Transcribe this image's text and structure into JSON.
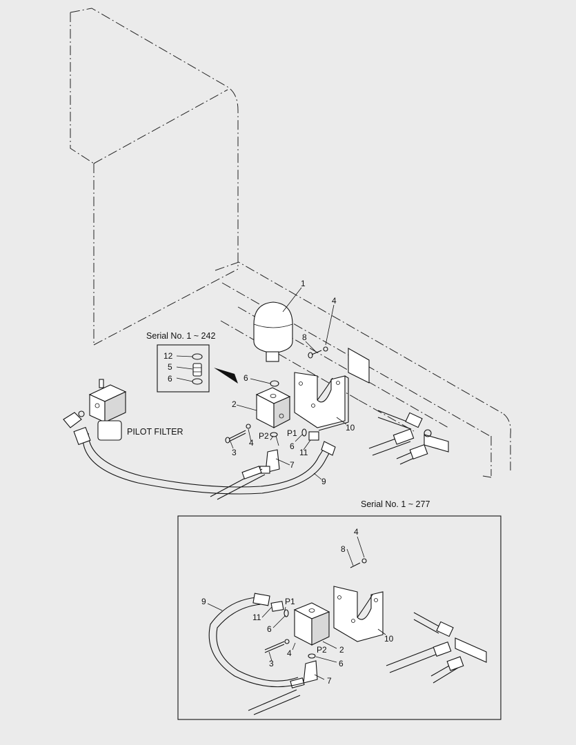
{
  "callouts": {
    "c1": "1",
    "c2": "2",
    "c3": "3",
    "c4": "4",
    "c5": "5",
    "c6": "6",
    "c7": "7",
    "c8": "8",
    "c9": "9",
    "c10": "10",
    "c11": "11",
    "c12": "12",
    "p1": "P1",
    "p2": "P2"
  },
  "labels": {
    "serial_242": "Serial No. 1 ~ 242",
    "serial_277": "Serial No. 1 ~ 277",
    "pilot_filter": "PILOT FILTER"
  }
}
